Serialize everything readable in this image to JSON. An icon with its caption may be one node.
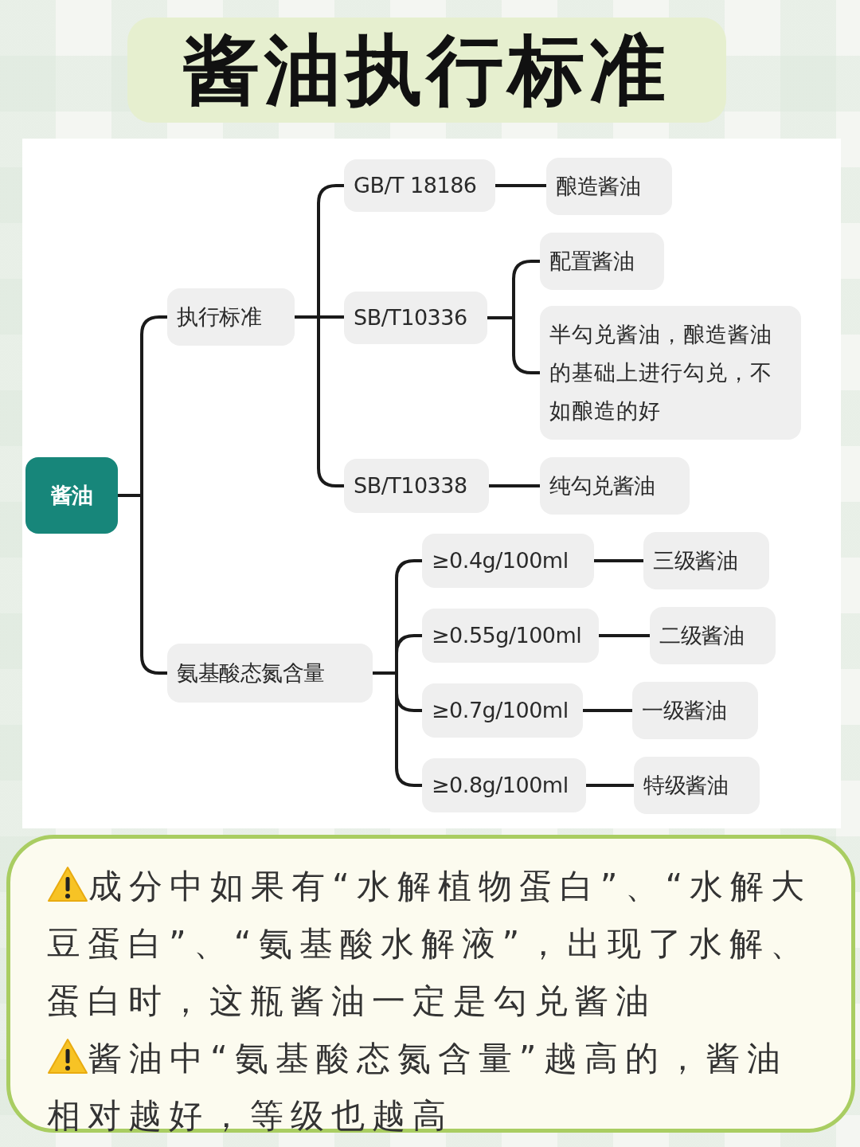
{
  "diagram": {
    "title": "酱油执行标准",
    "nodes": [
      {
        "text": [
          "酱油"
        ]
      },
      {
        "text": [
          "执行标准"
        ]
      },
      {
        "text": [
          "GB/T 18186"
        ]
      },
      {
        "text": [
          "酿造酱油"
        ]
      },
      {
        "text": [
          "SB/T10336"
        ]
      },
      {
        "text": [
          "配置酱油"
        ]
      },
      {
        "text": [
          "半勾兑酱油，酿造酱油的基础上进行勾兑，不如酿造的好"
        ]
      },
      {
        "text": [
          "SB/T10338"
        ]
      },
      {
        "text": [
          "纯勾兑酱油"
        ]
      },
      {
        "text": [
          "氨基酸态氮含量"
        ]
      },
      {
        "text": [
          "≥0.4g/100ml"
        ]
      },
      {
        "text": [
          "三级酱油"
        ]
      },
      {
        "text": [
          "≥0.55g/100ml"
        ]
      },
      {
        "text": [
          "二级酱油"
        ]
      },
      {
        "text": [
          "≥0.7g/100ml"
        ]
      },
      {
        "text": [
          "一级酱油"
        ]
      },
      {
        "text": [
          "≥0.8g/100ml"
        ]
      },
      {
        "text": [
          "特级酱油"
        ]
      },
      {
        "text": [
          "成分中如果有“水解植物蛋白”、“水解大豆蛋白”、“氨基酸水解液”，出现了水解、蛋白时，这瓶酱油一定是勾兑酱油",
          "酱油中“氨基酸态氮含量”越高的，酱油相对越好，等级也越高"
        ]
      }
    ],
    "edges": [
      {
        "from": 0,
        "to": 1,
        "arrow": "none"
      },
      {
        "from": 0,
        "to": 9,
        "arrow": "none"
      },
      {
        "from": 1,
        "to": 2,
        "arrow": "none"
      },
      {
        "from": 1,
        "to": 4,
        "arrow": "none"
      },
      {
        "from": 1,
        "to": 7,
        "arrow": "none"
      },
      {
        "from": 2,
        "to": 3,
        "arrow": "none"
      },
      {
        "from": 4,
        "to": 5,
        "arrow": "none"
      },
      {
        "from": 4,
        "to": 6,
        "arrow": "none"
      },
      {
        "from": 7,
        "to": 8,
        "arrow": "none"
      },
      {
        "from": 9,
        "to": 10,
        "arrow": "none"
      },
      {
        "from": 9,
        "to": 12,
        "arrow": "none"
      },
      {
        "from": 9,
        "to": 14,
        "arrow": "none"
      },
      {
        "from": 9,
        "to": 16,
        "arrow": "none"
      },
      {
        "from": 10,
        "to": 11,
        "arrow": "none"
      },
      {
        "from": 12,
        "to": 13,
        "arrow": "none"
      },
      {
        "from": 14,
        "to": 15,
        "arrow": "none"
      },
      {
        "from": 16,
        "to": 17,
        "arrow": "none"
      }
    ]
  }
}
